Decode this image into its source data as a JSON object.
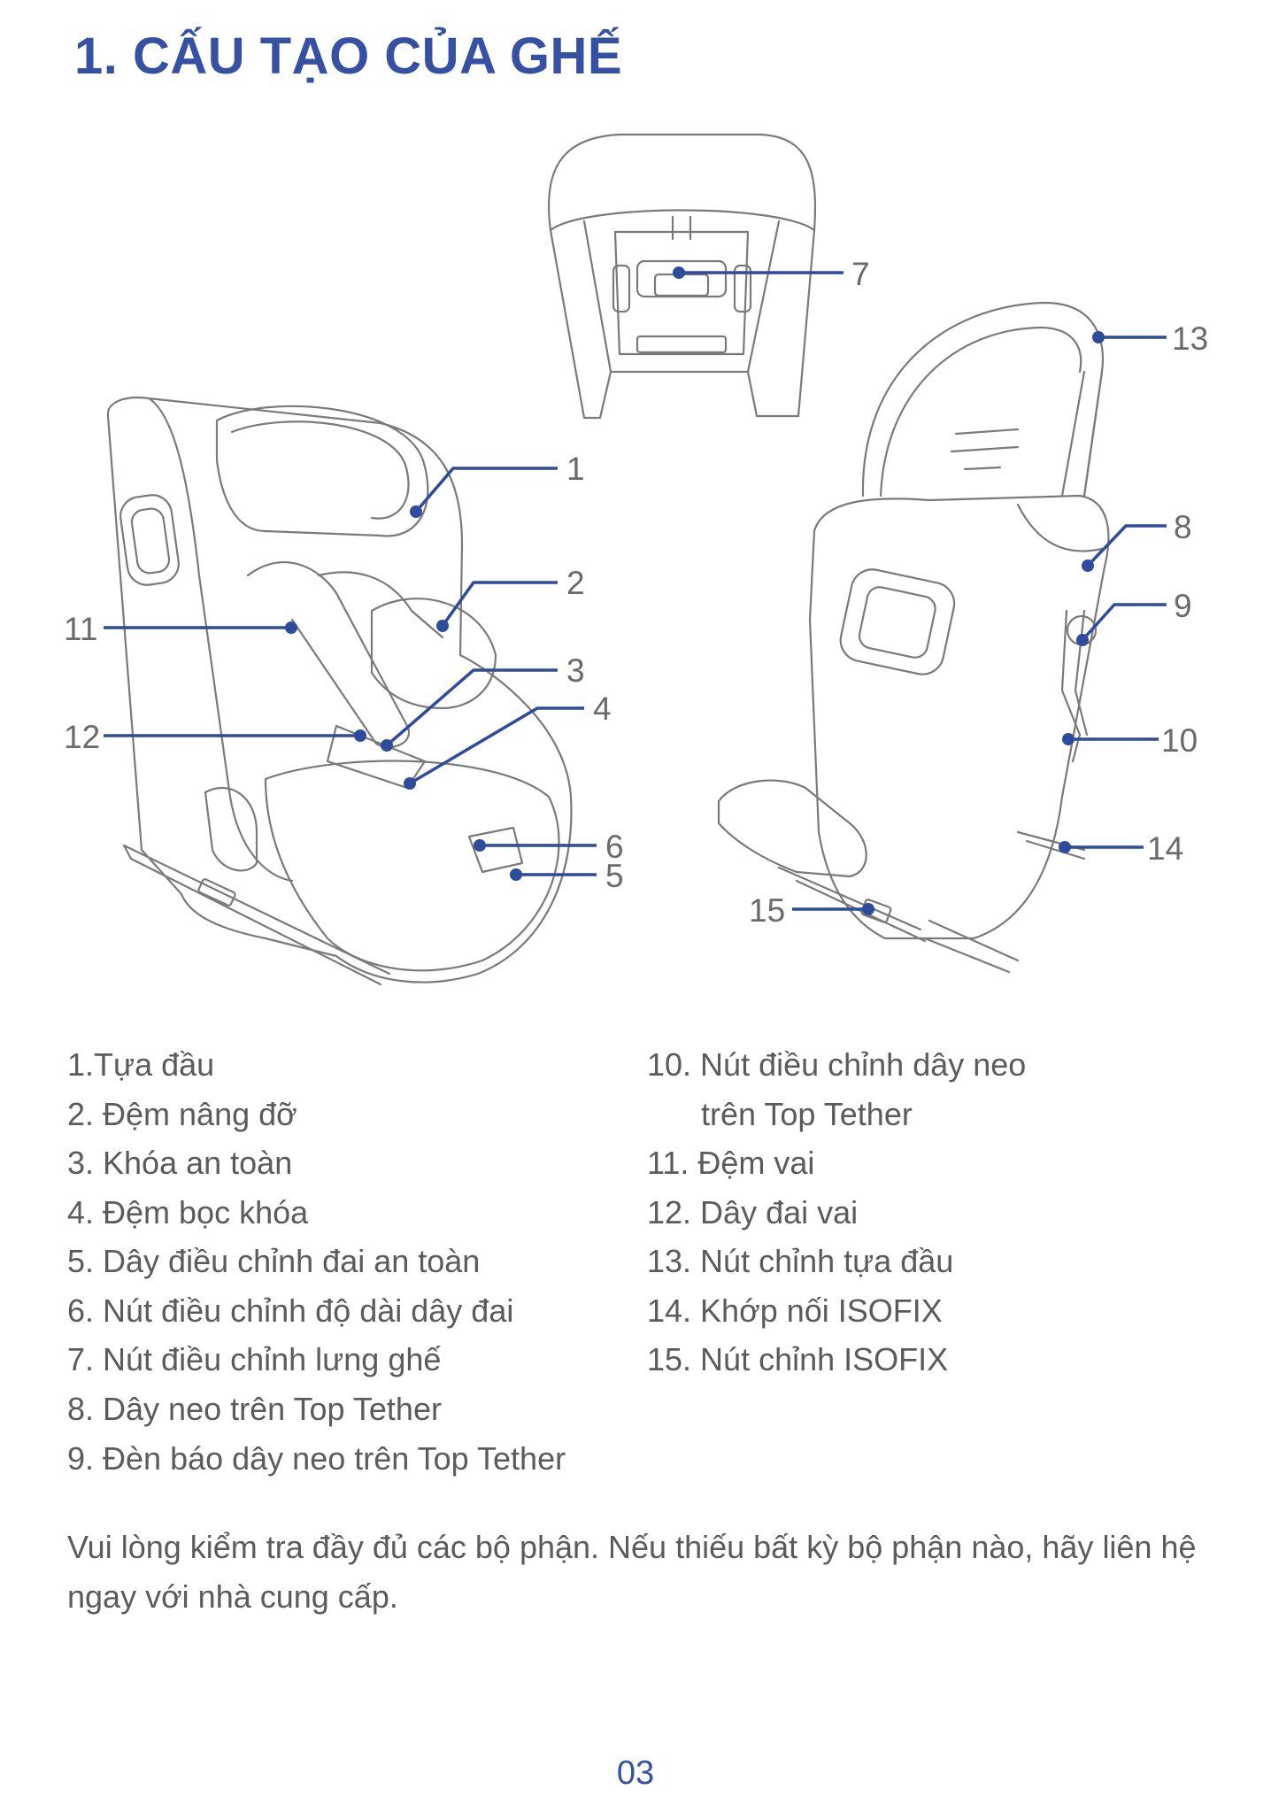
{
  "title": "1. CẤU TẠO CỦA GHẾ",
  "callouts": [
    "1",
    "2",
    "3",
    "4",
    "5",
    "6",
    "7",
    "8",
    "9",
    "10",
    "11",
    "12",
    "13",
    "14",
    "15"
  ],
  "parts_left": [
    "1.Tựa đầu",
    "2. Đệm nâng đỡ",
    "3. Khóa an toàn",
    "4. Đệm bọc khóa",
    "5. Dây điều chỉnh đai an toàn",
    "6. Nút điều chỉnh độ dài dây đai",
    "7. Nút điều chỉnh lưng ghế",
    "8. Dây neo trên Top Tether",
    "9. Đèn báo dây neo trên Top Tether"
  ],
  "parts_right": [
    "10. Nút điều chỉnh dây neo",
    "trên Top Tether",
    "11. Đệm vai",
    "12. Dây đai vai",
    "13. Nút chỉnh tựa đầu",
    "14. Khớp nối ISOFIX",
    "15. Nút chỉnh ISOFIX"
  ],
  "note": "Vui lòng kiểm tra đầy đủ các bộ phận. Nếu thiếu bất kỳ bộ phận nào, hãy liên hệ ngay với nhà cung cấp.",
  "page_number": "03",
  "colors": {
    "accent": "#3651a4",
    "text": "#5b5b5b",
    "line_art": "#7a7a7a"
  }
}
